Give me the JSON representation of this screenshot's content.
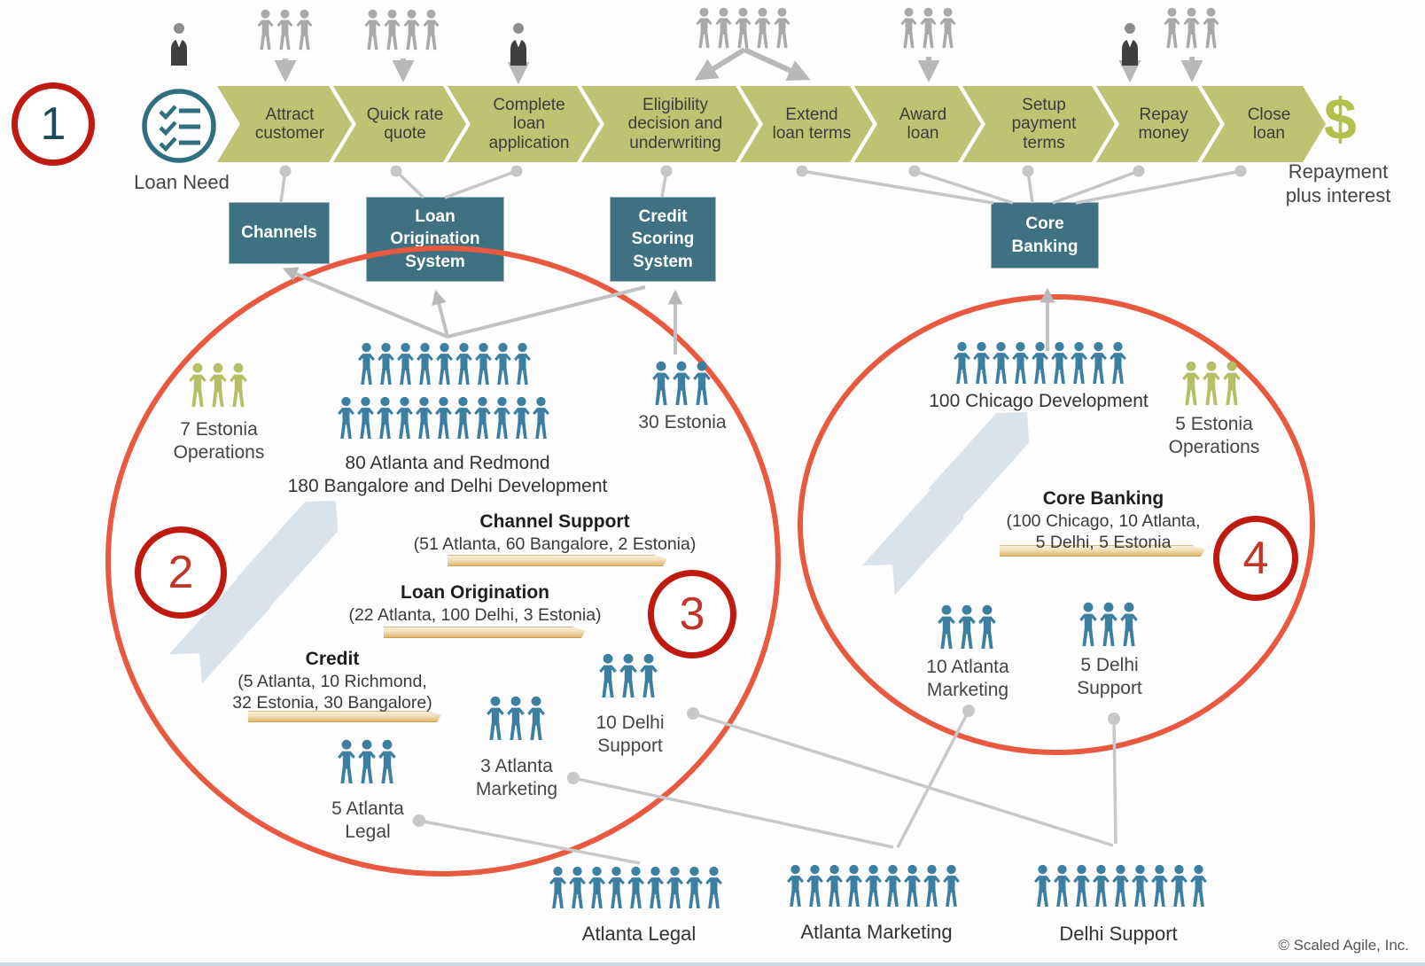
{
  "annotations": {
    "n1": "1",
    "n2": "2",
    "n3": "3",
    "n4": "4"
  },
  "header": {
    "loan_need_label": "Loan Need",
    "steps": [
      "Attract customer",
      "Quick rate quote",
      "Complete loan application",
      "Eligibility decision and underwriting",
      "Extend loan terms",
      "Award loan",
      "Setup payment terms",
      "Repay money",
      "Close loan"
    ],
    "dollar": "$",
    "repayment_line1": "Repayment",
    "repayment_line2": "plus interest"
  },
  "top_people": {
    "g1": 3,
    "g2": 4,
    "suit1": 1,
    "suit2": 1,
    "g3": 5,
    "g4": 3,
    "suit3": 1,
    "g5": 3
  },
  "systems": {
    "channels": "Channels",
    "loan_origination": "Loan Origination System",
    "credit_scoring": "Credit Scoring System",
    "core_banking": "Core Banking"
  },
  "left_group": {
    "estonia_ops": {
      "count": 3,
      "line1": "7 Estonia",
      "line2": "Operations"
    },
    "development": {
      "row1": 9,
      "row2": 11,
      "line1": "80 Atlanta and Redmond",
      "line2": "180 Bangalore and Delhi Development"
    },
    "estonia30": {
      "count": 3,
      "label": "30 Estonia"
    },
    "channel_support": {
      "title": "Channel Support",
      "detail": "(51 Atlanta, 60 Bangalore, 2 Estonia)"
    },
    "loan_origination": {
      "title": "Loan Origination",
      "detail": "(22 Atlanta, 100 Delhi, 3 Estonia)"
    },
    "credit": {
      "title": "Credit",
      "detail1": "(5 Atlanta, 10 Richmond,",
      "detail2": "32 Estonia, 30 Bangalore)"
    },
    "atlanta_legal": {
      "count": 3,
      "line1": "5 Atlanta",
      "line2": "Legal"
    },
    "atlanta_marketing": {
      "count": 3,
      "line1": "3 Atlanta",
      "line2": "Marketing"
    },
    "delhi_support": {
      "count": 3,
      "line1": "10 Delhi",
      "line2": "Support"
    }
  },
  "right_group": {
    "chicago_dev": {
      "count": 9,
      "label": "100 Chicago Development"
    },
    "estonia_ops": {
      "count": 3,
      "line1": "5 Estonia",
      "line2": "Operations"
    },
    "core_banking": {
      "title": "Core Banking",
      "detail1": "(100 Chicago, 10 Atlanta,",
      "detail2": "5 Delhi, 5 Estonia"
    },
    "atlanta_marketing": {
      "count": 3,
      "line1": "10 Atlanta",
      "line2": "Marketing"
    },
    "delhi_support": {
      "count": 3,
      "line1": "5 Delhi",
      "line2": "Support"
    }
  },
  "bottom_teams": [
    {
      "count": 9,
      "label": "Atlanta Legal"
    },
    {
      "count": 9,
      "label": "Atlanta Marketing"
    },
    {
      "count": 9,
      "label": "Delhi Support"
    }
  ],
  "footer": {
    "copyright": "© Scaled Agile, Inc."
  },
  "colors": {
    "annotation_ring_red": "#bf1a10",
    "ellipse_red": "#e8593f",
    "chevron_olive": "#bdc372",
    "team_blue": "#3d7fa1",
    "estonia_olive": "#b6bf66",
    "system_teal": "#3e7282",
    "people_gray": "#a9a9a9",
    "dollar_olive": "#b3c14c"
  }
}
